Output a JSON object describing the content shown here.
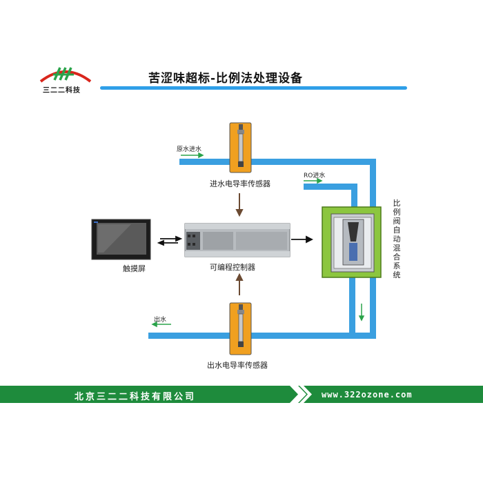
{
  "logo": {
    "text": "三二二科技"
  },
  "title": "苦涩味超标-比例法处理设备",
  "labels": {
    "raw_water": "原水进水",
    "ro_water": "RO进水",
    "outlet": "出水",
    "inlet_sensor": "进水电导率传感器",
    "outlet_sensor": "出水电导率传感器",
    "plc": "可编程控制器",
    "touchscreen": "触摸屏",
    "mixing_system": [
      "比",
      "例",
      "阀",
      "自",
      "动",
      "混",
      "合",
      "系",
      "统"
    ]
  },
  "footer": {
    "company": "北京三二二科技有限公司",
    "website": "www.322ozone.com"
  },
  "colors": {
    "pipe": "#3a9fe0",
    "arrow_green": "#2aa34a",
    "arrow_brown": "#6b4a32",
    "sensor_orange": "#f0a020",
    "cabinet_green": "#8cc63f",
    "footer_green": "#1e8b3c",
    "title_rule": "#2f9fe8"
  }
}
